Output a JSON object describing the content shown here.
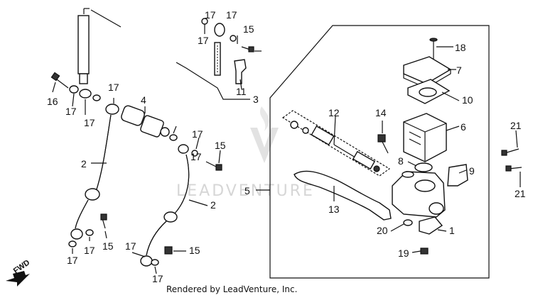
{
  "labels": {
    "p1": "1",
    "p2a": "2",
    "p2b": "2",
    "p3": "3",
    "p4": "4",
    "p5": "5",
    "p6": "6",
    "p7": "7",
    "p8": "8",
    "p9": "9",
    "p10": "10",
    "p11": "11",
    "p12": "12",
    "p13": "13",
    "p14": "14",
    "p15a": "15",
    "p15b": "15",
    "p15c": "15",
    "p15d": "15",
    "p16": "16",
    "p17a": "17",
    "p17b": "17",
    "p17c": "17",
    "p17d": "17",
    "p17e": "17",
    "p17f": "17",
    "p17g": "17",
    "p17h": "17",
    "p17i": "17",
    "p17j": "17",
    "p17k": "17",
    "p18": "18",
    "p19": "19",
    "p20": "20",
    "p21a": "21",
    "p21b": "21"
  },
  "direction_label": "FWD",
  "watermark": "LEADVENTURE",
  "credit": "Rendered by LeadVenture, Inc."
}
